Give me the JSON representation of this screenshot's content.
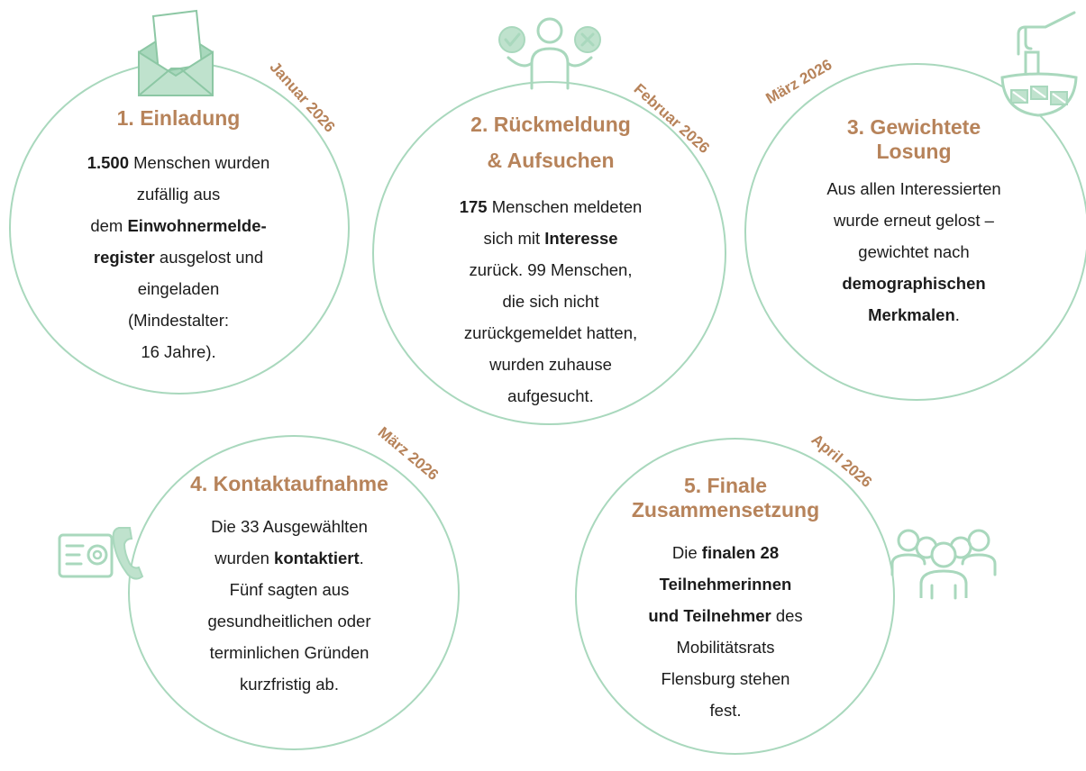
{
  "steps": [
    {
      "title": "1. Einladung",
      "date": "Januar 2026",
      "lines": [
        [
          {
            "t": "1.500",
            "b": true
          },
          {
            "t": " Menschen wurden"
          }
        ],
        [
          {
            "t": "zufällig aus"
          }
        ],
        [
          {
            "t": "dem "
          },
          {
            "t": "Einwohnermelde-",
            "b": true
          }
        ],
        [
          {
            "t": "register",
            "b": true
          },
          {
            "t": " ausgelost und"
          }
        ],
        [
          {
            "t": "eingeladen"
          }
        ],
        [
          {
            "t": "(Mindestalter:"
          }
        ],
        [
          {
            "t": "16 Jahre)."
          }
        ]
      ],
      "icon": "envelope-icon"
    },
    {
      "title_lines": [
        "2. Rückmeldung",
        "& Aufsuchen"
      ],
      "date": "Februar 2026",
      "lines": [
        [
          {
            "t": "175",
            "b": true
          },
          {
            "t": " Menschen meldeten"
          }
        ],
        [
          {
            "t": "sich mit "
          },
          {
            "t": "Interesse",
            "b": true
          }
        ],
        [
          {
            "t": "zurück. 99 Menschen,"
          }
        ],
        [
          {
            "t": "die sich nicht"
          }
        ],
        [
          {
            "t": "zurückgemeldet hatten,"
          }
        ],
        [
          {
            "t": "wurden zuhause"
          }
        ],
        [
          {
            "t": "aufgesucht."
          }
        ]
      ],
      "icon": "person-decision-icon"
    },
    {
      "title_lines": [
        "3. Gewichtete",
        "Losung"
      ],
      "date": "März 2026",
      "lines": [
        [
          {
            "t": "Aus allen Interessierten"
          }
        ],
        [
          {
            "t": "wurde erneut gelost –"
          }
        ],
        [
          {
            "t": "gewichtet nach"
          }
        ],
        [
          {
            "t": "demographischen",
            "b": true
          }
        ],
        [
          {
            "t": "Merkmalen",
            "b": true
          },
          {
            "t": "."
          }
        ]
      ],
      "icon": "lottery-draw-icon"
    },
    {
      "title": "4. Kontaktaufnahme",
      "date": "März 2026",
      "lines": [
        [
          {
            "t": "Die 33 Ausgewählten"
          }
        ],
        [
          {
            "t": "wurden "
          },
          {
            "t": "kontaktiert",
            "b": true
          },
          {
            "t": "."
          }
        ],
        [
          {
            "t": "Fünf sagten aus"
          }
        ],
        [
          {
            "t": "gesundheitlichen oder"
          }
        ],
        [
          {
            "t": "terminlichen Gründen"
          }
        ],
        [
          {
            "t": "kurzfristig ab."
          }
        ]
      ],
      "icon": "contact-phone-icon"
    },
    {
      "title_lines": [
        "5. Finale",
        "Zusammensetzung"
      ],
      "date": "April 2026",
      "lines": [
        [
          {
            "t": "Die "
          },
          {
            "t": "finalen 28",
            "b": true
          }
        ],
        [
          {
            "t": "Teilnehmerinnen",
            "b": true
          }
        ],
        [
          {
            "t": "und Teilnehmer",
            "b": true
          },
          {
            "t": " des"
          }
        ],
        [
          {
            "t": "Mobilitätsrats"
          }
        ],
        [
          {
            "t": "Flensburg stehen"
          }
        ],
        [
          {
            "t": "fest."
          }
        ]
      ],
      "icon": "group-icon"
    }
  ],
  "colors": {
    "accent": "#b7835a",
    "ring": "#a9d8bd",
    "icon_fill": "#a9d8bd",
    "text": "#1c1c1c"
  }
}
